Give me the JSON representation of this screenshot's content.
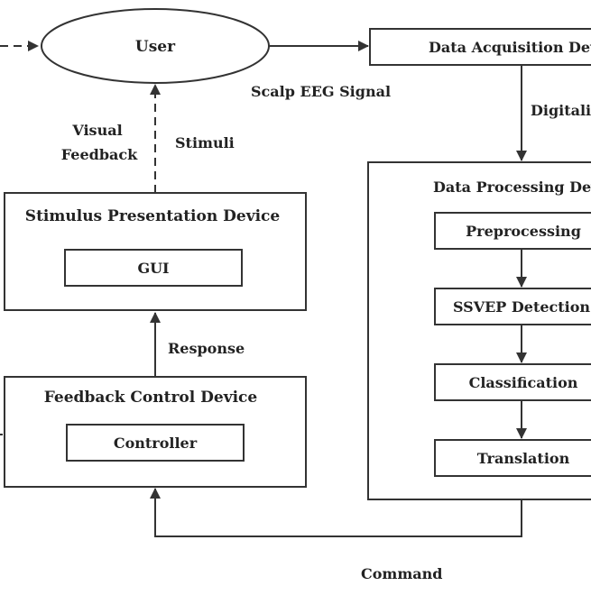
{
  "nodes": {
    "user": "User",
    "data_acquisition": "Data Acquisition Dev",
    "data_processing": "Data Processing Dev",
    "preprocessing": "Preprocessing",
    "ssvep_detection": "SSVEP Detection",
    "classification": "Classification",
    "translation": "Translation",
    "stimulus_presentation": "Stimulus Presentation Device",
    "gui": "GUI",
    "feedback_control": "Feedback Control Device",
    "controller": "Controller"
  },
  "edge_labels": {
    "scalp_eeg": "Scalp EEG Signal",
    "digitalize": "Digitaliz",
    "visual": "Visual",
    "feedback": "Feedback",
    "stimuli": "Stimuli",
    "response": "Response",
    "command": "Command"
  }
}
